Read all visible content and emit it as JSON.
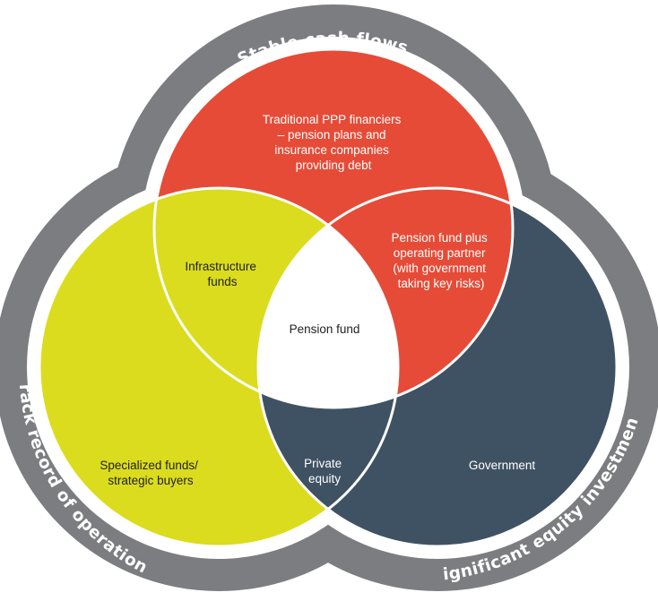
{
  "ring": {
    "top": "Stable cash flows",
    "left": "Track record of operations",
    "right": "Significant equity investment"
  },
  "regions": {
    "top_only": [
      "Traditional PPP financiers",
      "– pension plans and",
      "insurance companies",
      "providing debt"
    ],
    "top_left": [
      "Infrastructure",
      "funds"
    ],
    "top_right": [
      "Pension fund plus",
      "operating partner",
      "(with government",
      "taking key risks)"
    ],
    "center": [
      "Pension fund"
    ],
    "left_only": [
      "Specialized funds/",
      "strategic buyers"
    ],
    "left_right": [
      "Private",
      "equity"
    ],
    "right_only": [
      "Government"
    ]
  },
  "colors": {
    "ring": "#7c7d80",
    "top": "#e64b37",
    "left": "#dbdc1e",
    "right": "#3f5263",
    "center": "#ffffff"
  }
}
